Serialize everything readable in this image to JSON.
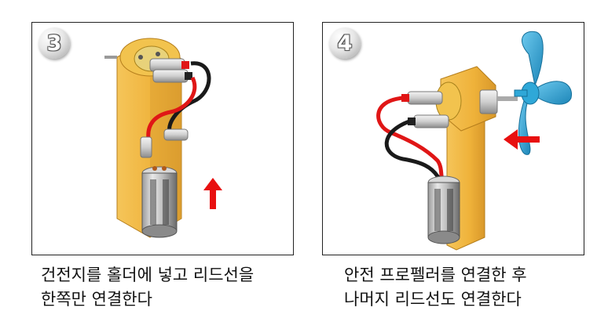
{
  "steps": [
    {
      "badge": "3",
      "caption_line1": "건전지를 홀더에 넣고 리드선을",
      "caption_line2": "한쪽만 연결한다"
    },
    {
      "badge": "4",
      "caption_line1": "안전 프로펠러를 연결한 후",
      "caption_line2": "나머지 리드선도 연결한다"
    }
  ],
  "colors": {
    "wood": "#f0b43c",
    "wood_dark": "#c98a1e",
    "red_wire": "#e01616",
    "black_wire": "#1a1a1a",
    "arrow": "#e81010",
    "propeller": "#2fa8d8",
    "metal": "#c8c8c8"
  },
  "icons": [
    "step-3-badge",
    "step-4-badge",
    "up-arrow",
    "left-arrow",
    "propeller",
    "motor",
    "battery-holder"
  ]
}
